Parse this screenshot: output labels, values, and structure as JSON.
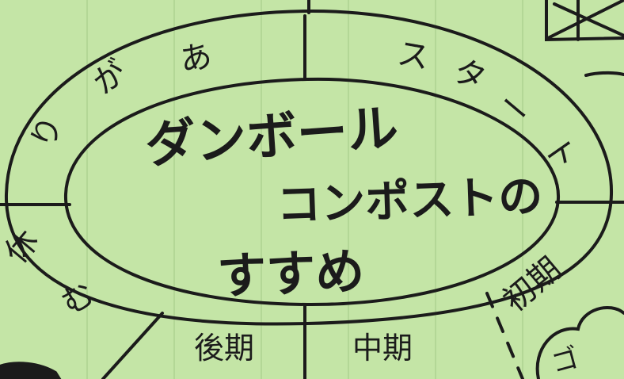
{
  "title": {
    "line1": "ダンボール",
    "line2": "コンポストの",
    "line3": "すすめ"
  },
  "ring_labels": {
    "start": [
      "ス",
      "タ",
      "ー",
      "ト"
    ],
    "arigatou": [
      "り",
      "が",
      "あ"
    ],
    "rest": [
      "休",
      "む"
    ],
    "late": "後期",
    "middle": "中期",
    "early": "初期"
  },
  "corner_bubble_text": "ゴ",
  "colors": {
    "background": "#c4e5a6",
    "ink": "#1b1b1b"
  }
}
